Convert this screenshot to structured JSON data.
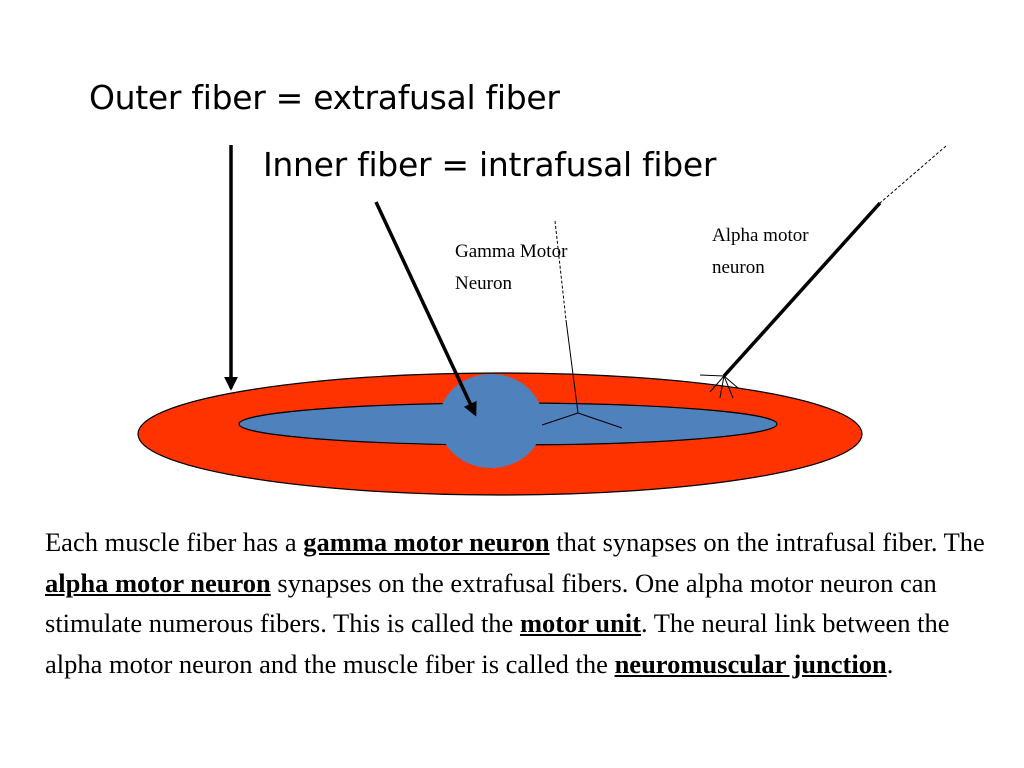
{
  "headings": {
    "outer": "Outer fiber = extrafusal fiber",
    "inner": "Inner fiber = intrafusal fiber"
  },
  "labels": {
    "gamma_line1": "Gamma Motor",
    "gamma_line2": "Neuron",
    "alpha_line1": "Alpha motor",
    "alpha_line2": "neuron"
  },
  "colors": {
    "extrafusal_fill": "#FF3300",
    "intrafusal_fill": "#4F81BD",
    "outline": "#000000",
    "text": "#000000"
  },
  "caption": {
    "p1": "Each muscle fiber has a ",
    "term1": "gamma motor neuron",
    "p2": " that synapses on the intrafusal fiber.  The ",
    "term2": "alpha motor neuron",
    "p3": " synapses on the extrafusal fibers.  One alpha motor neuron can stimulate numerous fibers.  This is called the ",
    "term3": "motor unit",
    "p4": ".   The neural link between the alpha motor neuron and the muscle fiber is called the ",
    "term4": "neuromuscular junction",
    "p5": "."
  }
}
